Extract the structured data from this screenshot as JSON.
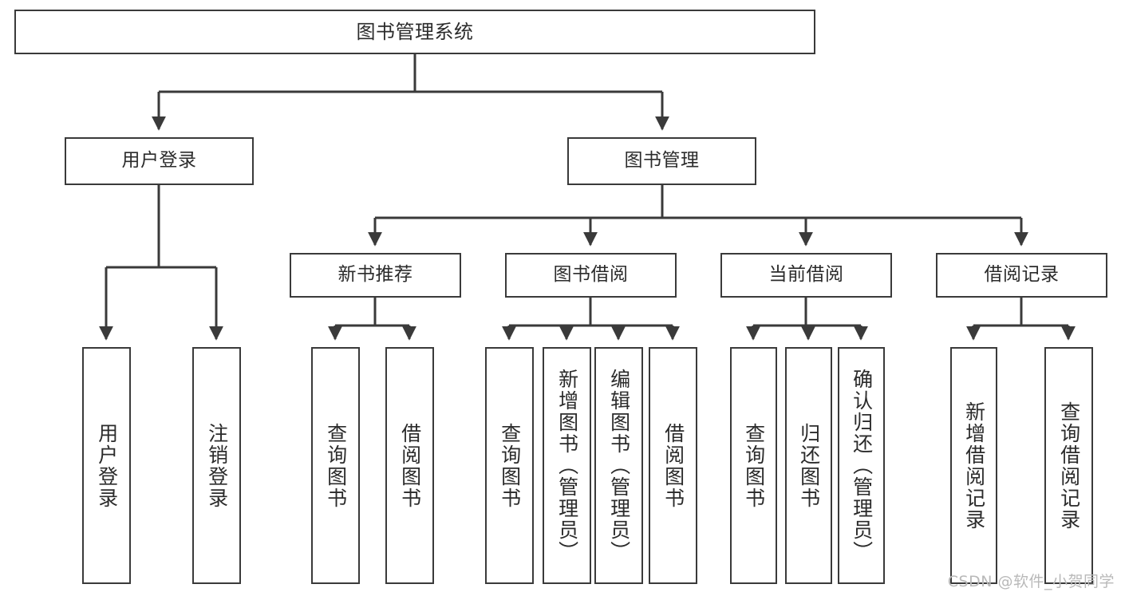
{
  "diagram": {
    "title": "图书管理系统",
    "type": "tree-hierarchy",
    "watermark": "CSDN @软件_小贺同学",
    "colors": {
      "background": "#ffffff",
      "node_border": "#3a3a3a",
      "node_fill": "#ffffff",
      "edge": "#3a3a3a",
      "text": "#2b2b2b",
      "watermark": "#b9b9b9"
    },
    "nodes": {
      "root": {
        "label": "图书管理系统"
      },
      "level2": [
        {
          "label": "用户登录"
        },
        {
          "label": "图书管理"
        }
      ],
      "level3": [
        {
          "label": "新书推荐"
        },
        {
          "label": "图书借阅"
        },
        {
          "label": "当前借阅"
        },
        {
          "label": "借阅记录"
        }
      ],
      "leaves": [
        {
          "label": "用户登录"
        },
        {
          "label": "注销登录"
        },
        {
          "label": "查询图书"
        },
        {
          "label": "借阅图书"
        },
        {
          "label": "查询图书"
        },
        {
          "label": "新增图书（管理员）"
        },
        {
          "label": "编辑图书（管理员）"
        },
        {
          "label": "借阅图书"
        },
        {
          "label": "查询图书"
        },
        {
          "label": "归还图书"
        },
        {
          "label": "确认归还（管理员）"
        },
        {
          "label": "新增借阅记录"
        },
        {
          "label": "查询借阅记录"
        }
      ]
    },
    "edges": [
      {
        "from": "图书管理系统",
        "to": "用户登录"
      },
      {
        "from": "图书管理系统",
        "to": "图书管理"
      },
      {
        "from": "用户登录",
        "to": "用户登录"
      },
      {
        "from": "用户登录",
        "to": "注销登录"
      },
      {
        "from": "图书管理",
        "to": "新书推荐"
      },
      {
        "from": "图书管理",
        "to": "图书借阅"
      },
      {
        "from": "图书管理",
        "to": "当前借阅"
      },
      {
        "from": "图书管理",
        "to": "借阅记录"
      },
      {
        "from": "新书推荐",
        "to": "查询图书"
      },
      {
        "from": "新书推荐",
        "to": "借阅图书"
      },
      {
        "from": "图书借阅",
        "to": "查询图书"
      },
      {
        "from": "图书借阅",
        "to": "新增图书（管理员）"
      },
      {
        "from": "图书借阅",
        "to": "编辑图书（管理员）"
      },
      {
        "from": "图书借阅",
        "to": "借阅图书"
      },
      {
        "from": "当前借阅",
        "to": "查询图书"
      },
      {
        "from": "当前借阅",
        "to": "归还图书"
      },
      {
        "from": "当前借阅",
        "to": "确认归还（管理员）"
      },
      {
        "from": "借阅记录",
        "to": "新增借阅记录"
      },
      {
        "from": "借阅记录",
        "to": "查询借阅记录"
      }
    ]
  }
}
